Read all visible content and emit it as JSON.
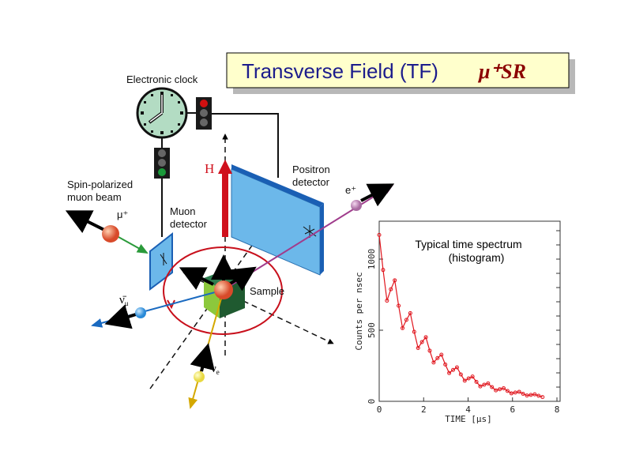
{
  "title": {
    "main": "Transverse Field (TF)",
    "symbol": "μ⁺SR"
  },
  "labels": {
    "clock": "Electronic clock",
    "beam_line1": "Spin-polarized",
    "beam_line2": "muon beam",
    "muon_symbol": "μ⁺",
    "muon_det_line1": "Muon",
    "muon_det_line2": "detector",
    "positron_det_line1": "Positron",
    "positron_det_line2": "detector",
    "positron_symbol": "e⁺",
    "field": "H",
    "sample": "Sample",
    "antineutrino": "ν̄",
    "antineutrino_sub": "μ",
    "neutrino": "ν",
    "neutrino_sub": "e"
  },
  "colors": {
    "title_bg": "#ffffcc",
    "title_text": "#1c1c8c",
    "symbol": "#8b0000",
    "field": "#d0101c",
    "detector": "#6cb8ea",
    "detector_edge": "#1a5fb4",
    "precession": "#c8101c",
    "data": "#e0141c"
  },
  "chart_data": {
    "type": "scatter",
    "title": "Typical time spectrum",
    "subtitle": "(histogram)",
    "xlabel": "TIME [μs]",
    "ylabel": "Counts per nsec",
    "xlim": [
      0,
      8
    ],
    "ylim": [
      0,
      1300
    ],
    "xticks": [
      "0",
      "2",
      "4",
      "6",
      "8"
    ],
    "yticks": [
      "0",
      "500",
      "1000"
    ],
    "x": [
      0,
      0.175,
      0.35,
      0.525,
      0.7,
      0.875,
      1.05,
      1.225,
      1.4,
      1.575,
      1.75,
      1.925,
      2.1,
      2.275,
      2.45,
      2.625,
      2.8,
      2.975,
      3.15,
      3.325,
      3.5,
      3.675,
      3.85,
      4.025,
      4.2,
      4.375,
      4.55,
      4.725,
      4.9,
      5.075,
      5.25,
      5.425,
      5.6,
      5.775,
      5.95,
      6.125,
      6.3,
      6.475,
      6.65,
      6.825,
      7.0,
      7.175,
      7.35
    ],
    "y": [
      1170,
      924,
      708,
      788,
      851,
      672,
      515,
      573,
      620,
      489,
      375,
      417,
      451,
      356,
      273,
      304,
      328,
      259,
      199,
      221,
      239,
      189,
      145,
      161,
      174,
      137,
      105,
      117,
      126,
      100,
      77,
      85,
      92,
      73,
      56,
      62,
      67,
      53,
      41,
      45,
      49,
      39,
      30
    ]
  }
}
